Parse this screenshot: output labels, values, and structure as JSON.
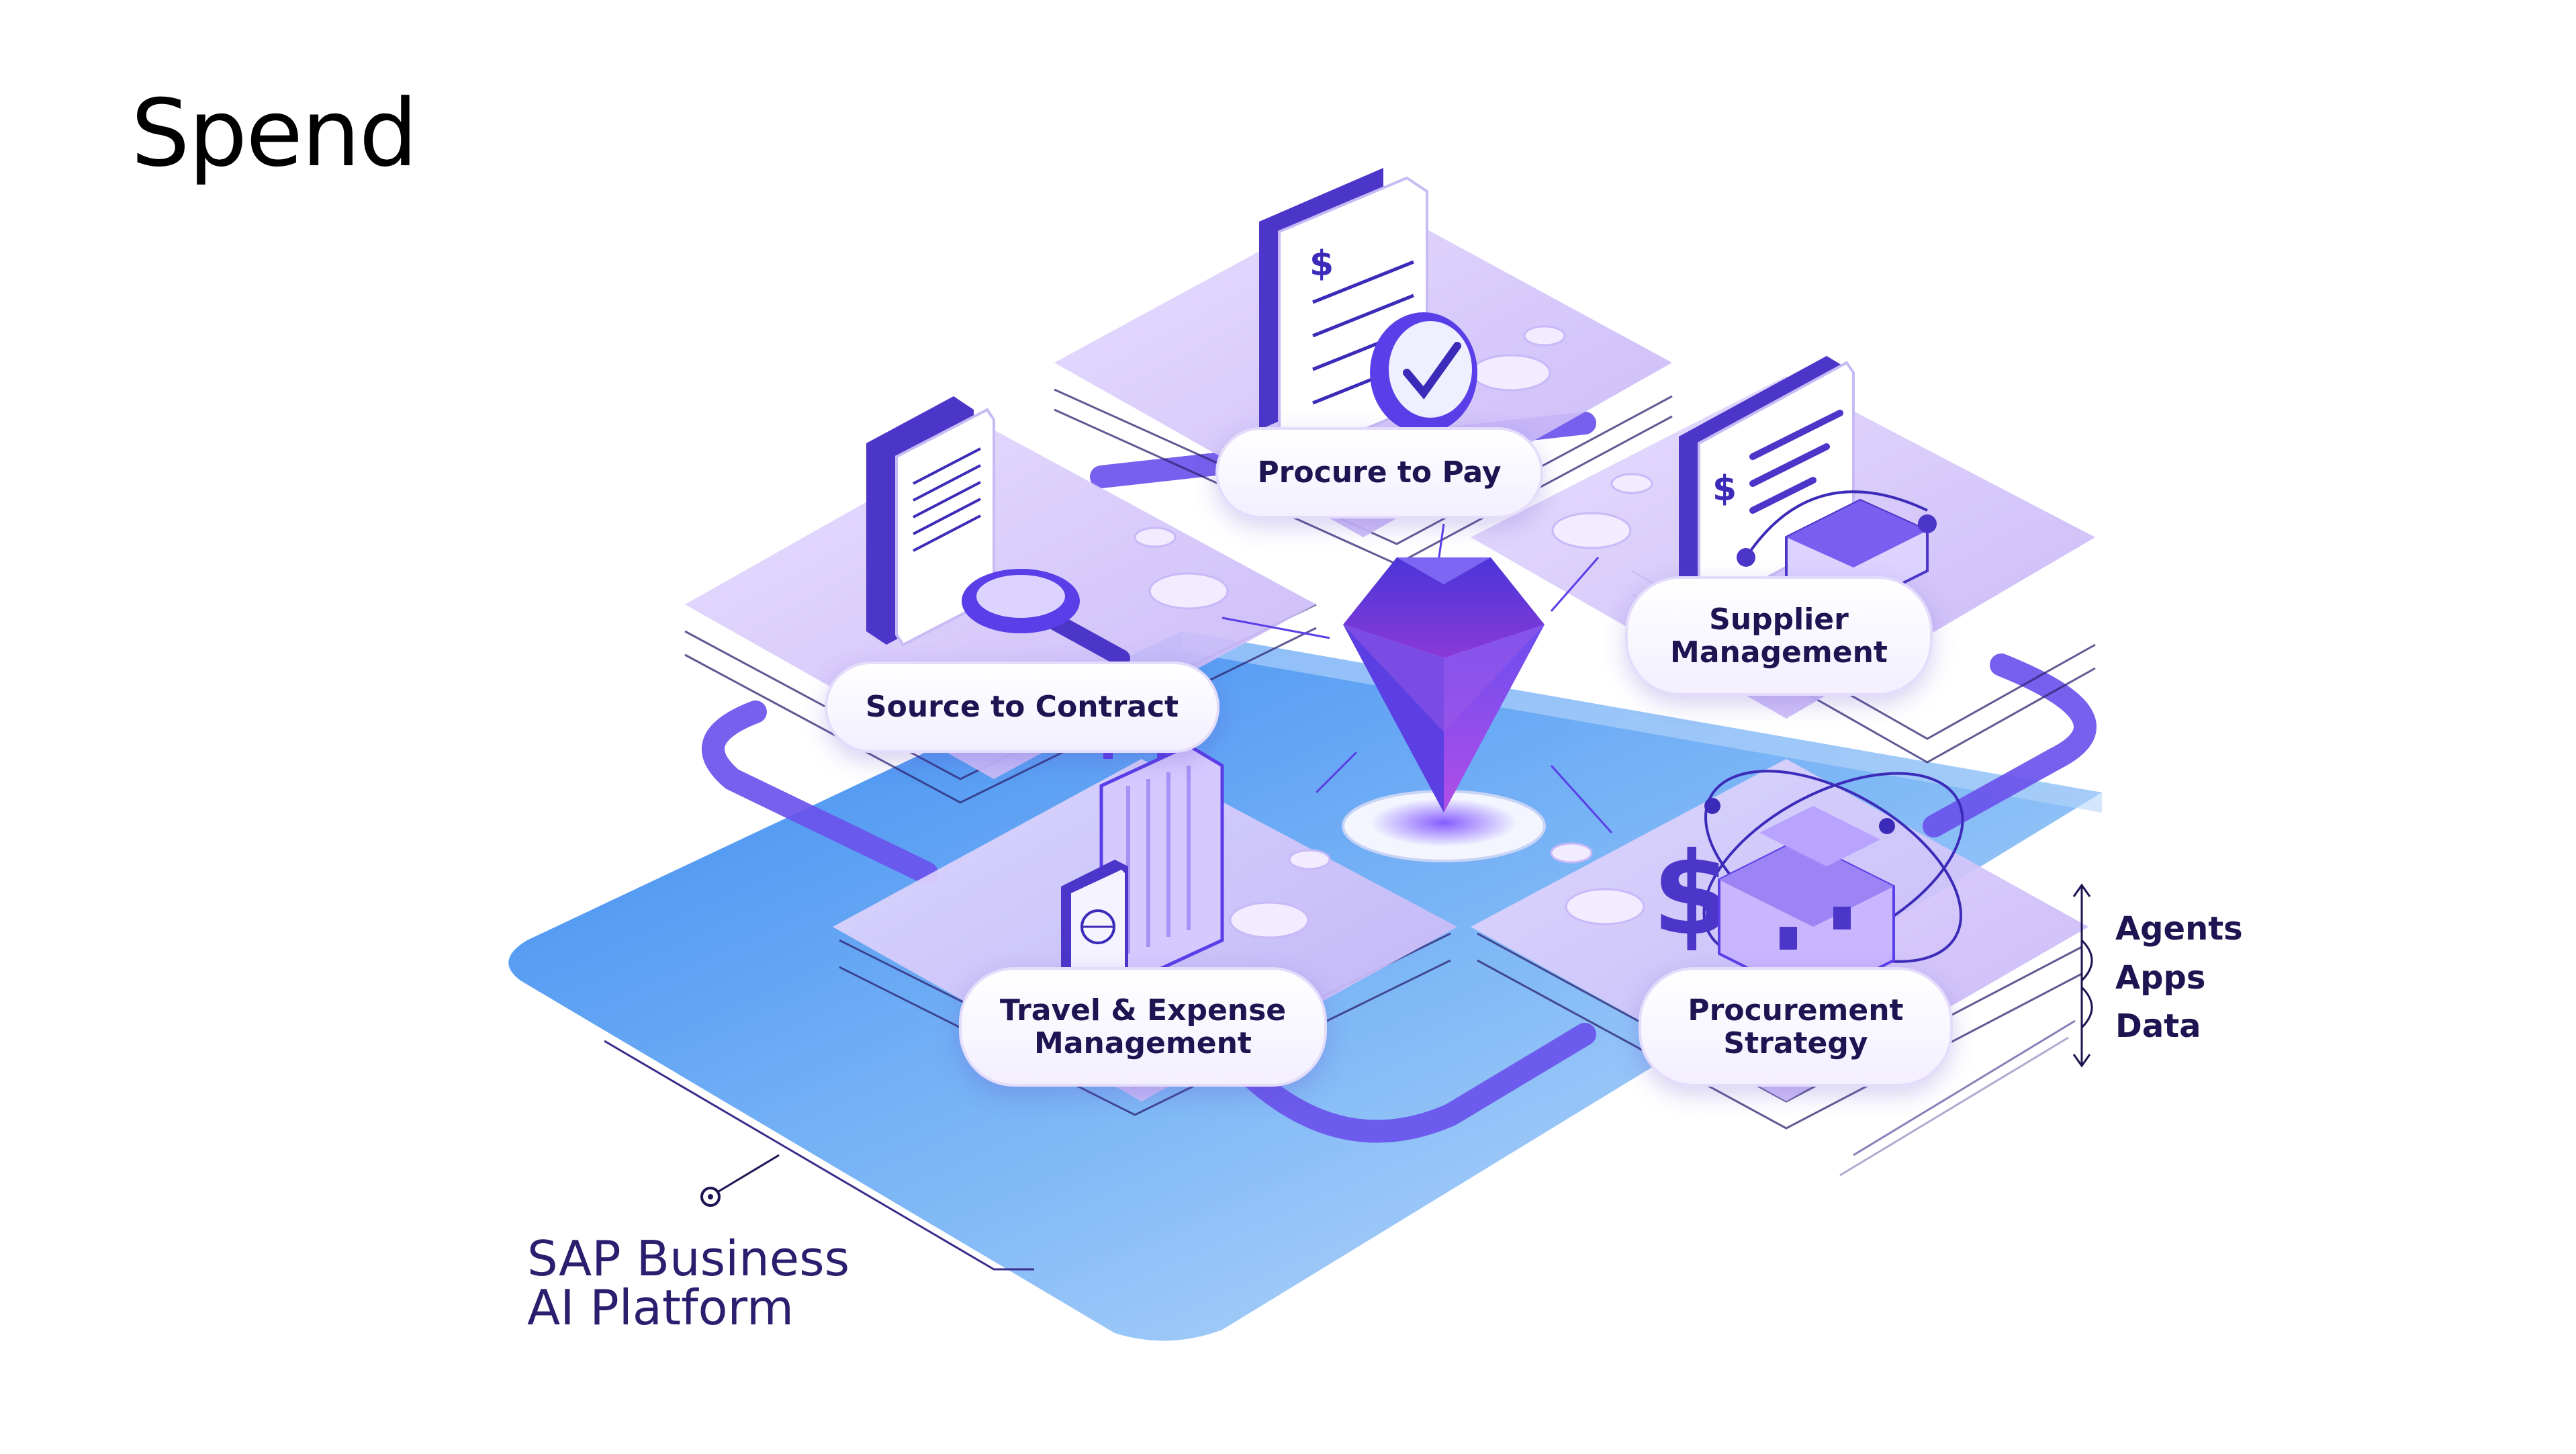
{
  "page": {
    "title": "Spend"
  },
  "modules": [
    {
      "id": "procure-to-pay",
      "lines": [
        "Procure to Pay"
      ]
    },
    {
      "id": "source-to-contract",
      "lines": [
        "Source to Contract"
      ]
    },
    {
      "id": "supplier-management",
      "lines": [
        "Supplier",
        "Management"
      ]
    },
    {
      "id": "travel-expense",
      "lines": [
        "Travel & Expense",
        "Management"
      ]
    },
    {
      "id": "procurement-strategy",
      "lines": [
        "Procurement",
        "Strategy"
      ]
    }
  ],
  "layers": [
    "Agents",
    "Apps",
    "Data"
  ],
  "platform": {
    "line1": "SAP Business",
    "line2": "AI Platform"
  },
  "colors": {
    "primary": "#5a3ee8",
    "lavender": "#d9ccfb",
    "blue": "#3a8df0",
    "text": "#1e1452"
  },
  "icons": [
    "invoice-check-icon",
    "document-search-icon",
    "supplier-factory-icon",
    "luggage-passport-icon",
    "dollar-globe-boxes-icon",
    "diamond-ai-icon"
  ]
}
